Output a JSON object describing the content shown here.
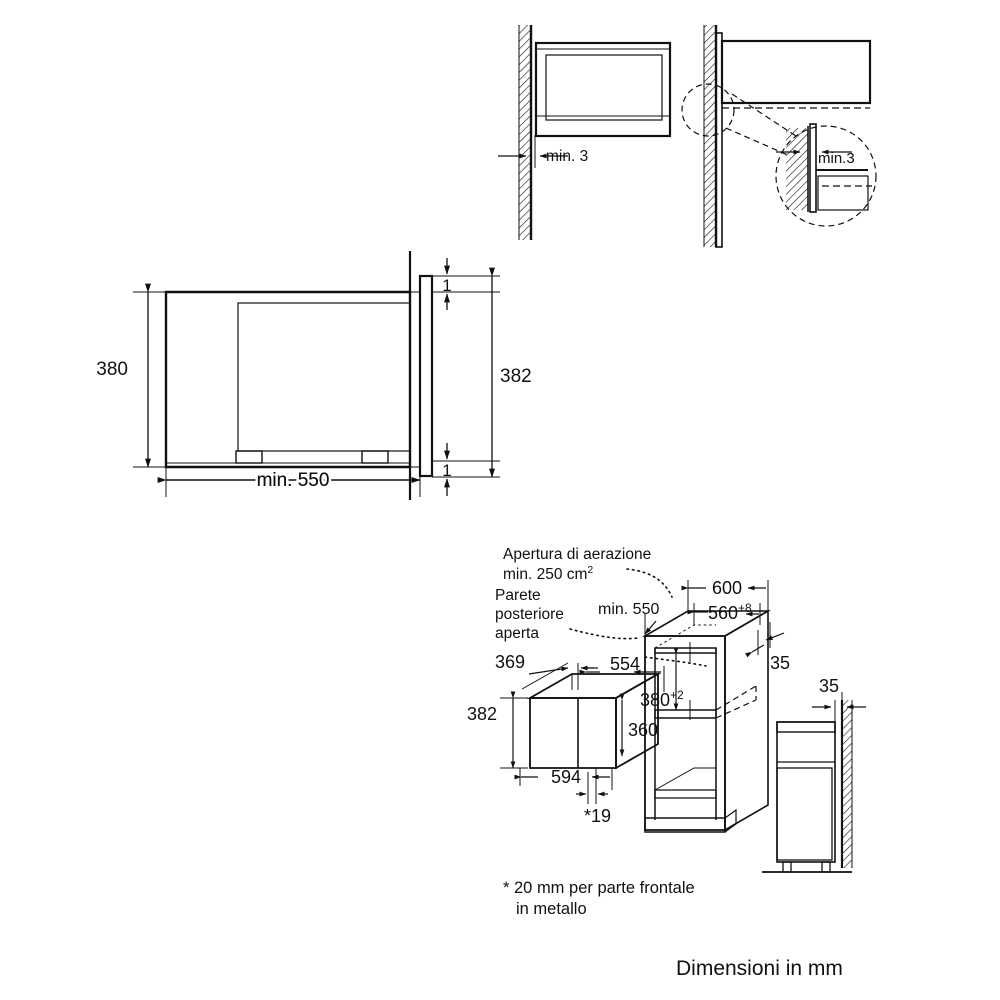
{
  "document": {
    "kind": "appliance-installation-dimension-drawing",
    "language": "it",
    "footer_note": "Dimensioni in mm"
  },
  "views": {
    "wall_clearance_front": {
      "name": "Vista frontale a muro",
      "labels": {
        "min_clearance": "min. 3"
      }
    },
    "wall_clearance_side": {
      "name": "Vista laterale a muro con dettaglio",
      "labels": {
        "min_clearance": "min.3"
      }
    },
    "appliance_side_section": {
      "name": "Sezione laterale apparecchio",
      "labels": {
        "height_niche": "380",
        "height_total": "382",
        "gap_top": "1",
        "gap_bottom": "1",
        "depth_min": "min. 550"
      }
    },
    "cabinet_isometric": {
      "name": "Mobile ad incasso isometrico",
      "notes": {
        "ventilation_line1": "Apertura di aerazione",
        "ventilation_line2": "min. 250 cm",
        "ventilation_sup": "2",
        "back_wall_line1": "Parete",
        "back_wall_line2": "posteriore",
        "back_wall_line3": "aperta"
      },
      "labels": {
        "depth_min": "min. 550",
        "width_outer": "600",
        "width_niche": "560",
        "width_niche_tol": "+8",
        "side_offset": "35",
        "niche_height": "380",
        "niche_height_tol": "+2"
      }
    },
    "appliance_isometric": {
      "name": "Apparecchio isometrico",
      "labels": {
        "depth": "369",
        "width_body": "554",
        "height_total": "382",
        "height_body": "360",
        "width_front": "594",
        "front_thickness": "*19"
      }
    },
    "cabinet_side_view": {
      "name": "Vista laterale mobile a muro",
      "labels": {
        "wall_gap": "35"
      }
    }
  },
  "footnote": {
    "line1": "* 20 mm per parte frontale",
    "line2": "in metallo"
  },
  "style": {
    "stroke": "#111111",
    "stroke_light": "#444444",
    "background": "#ffffff"
  }
}
